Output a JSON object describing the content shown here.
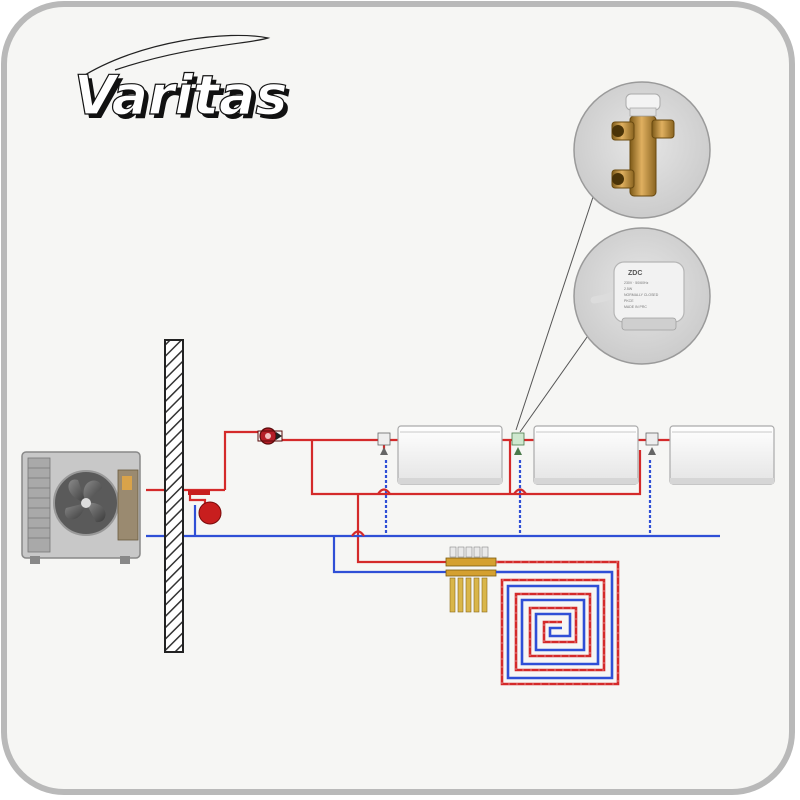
{
  "brand": {
    "logo_text": "Varitas"
  },
  "colors": {
    "supply": "#d42a2a",
    "return": "#2f4fd6",
    "wall_hatch": "#333333",
    "card_bg": "#f6f6f4",
    "card_border": "#b9b9b9",
    "callout_bg": "#d9d9d9",
    "valve_brass": "#b8862e",
    "vessel": "#c81e1e"
  },
  "components": {
    "outdoor_unit": "outdoor-heat-pump-unit",
    "wall": "external-wall",
    "expansion_vessel": "expansion-vessel",
    "circulation_pump": "circulation-pump",
    "radiators": [
      "radiator-1",
      "radiator-2",
      "radiator-3"
    ],
    "manifold": "underfloor-manifold",
    "floor_loop": "underfloor-heating-loop",
    "zone_valve_callout": "three-port-zone-valve",
    "actuator_callout": "thermoelectric-actuator"
  },
  "actuator_label": {
    "brand_mark": "ZDC",
    "lines": [
      "230V · 50/60Hz",
      "2.5W",
      "NORMALLY CLOSED",
      "PKCE",
      "MADE IN PRC"
    ]
  }
}
